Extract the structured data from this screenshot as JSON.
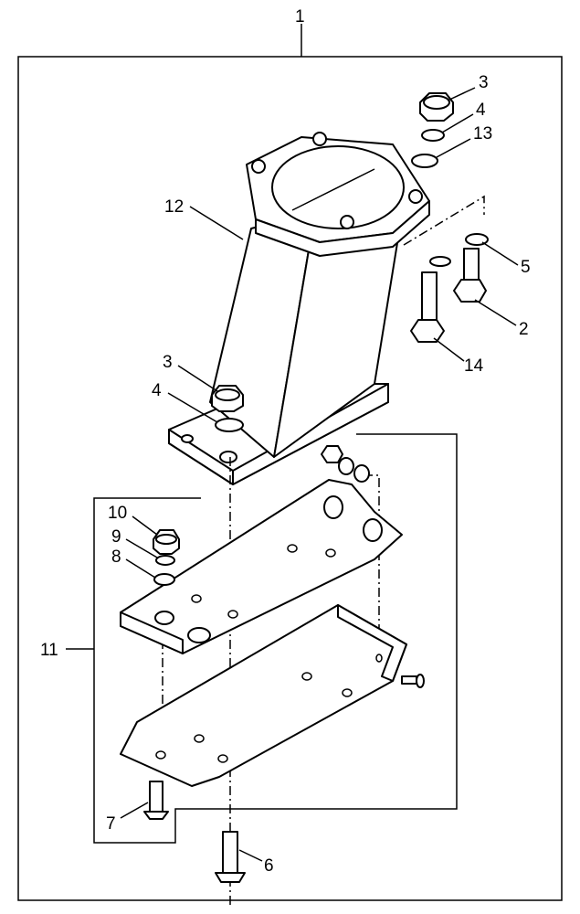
{
  "diagram": {
    "type": "exploded parts diagram",
    "callouts": [
      {
        "id": "c1",
        "label": "1"
      },
      {
        "id": "c3a",
        "label": "3"
      },
      {
        "id": "c4a",
        "label": "4"
      },
      {
        "id": "c13",
        "label": "13"
      },
      {
        "id": "c12",
        "label": "12"
      },
      {
        "id": "c5",
        "label": "5"
      },
      {
        "id": "c2",
        "label": "2"
      },
      {
        "id": "c14",
        "label": "14"
      },
      {
        "id": "c3b",
        "label": "3"
      },
      {
        "id": "c4b",
        "label": "4"
      },
      {
        "id": "c10",
        "label": "10"
      },
      {
        "id": "c9",
        "label": "9"
      },
      {
        "id": "c8",
        "label": "8"
      },
      {
        "id": "c11",
        "label": "11"
      },
      {
        "id": "c7",
        "label": "7"
      },
      {
        "id": "c6",
        "label": "6"
      }
    ]
  }
}
